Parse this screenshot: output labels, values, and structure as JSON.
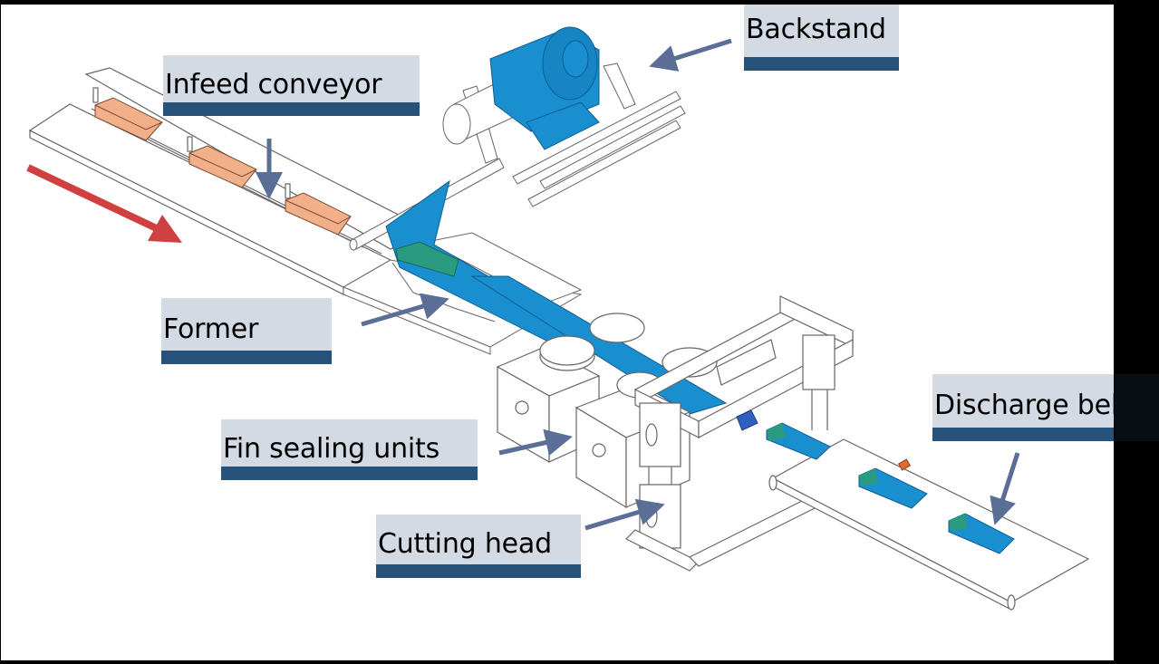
{
  "diagram": {
    "title": "Flow wrapping machine overview",
    "labels": {
      "backstand": "Backstand",
      "infeed": "Infeed conveyor",
      "former": "Former",
      "fin_sealing": "Fin sealing units",
      "cutting_head": "Cutting head",
      "discharge": "Discharge belt"
    },
    "colors": {
      "label_background": "#d4dae4",
      "label_bar": "#27527a",
      "callout_arrow": "#5a6e96",
      "flow_arrow": "#d04040",
      "film": "#1a8fd0",
      "product_unwrapped": "#f0a070",
      "product_end": "#2a9a80",
      "outline": "#555555"
    }
  }
}
